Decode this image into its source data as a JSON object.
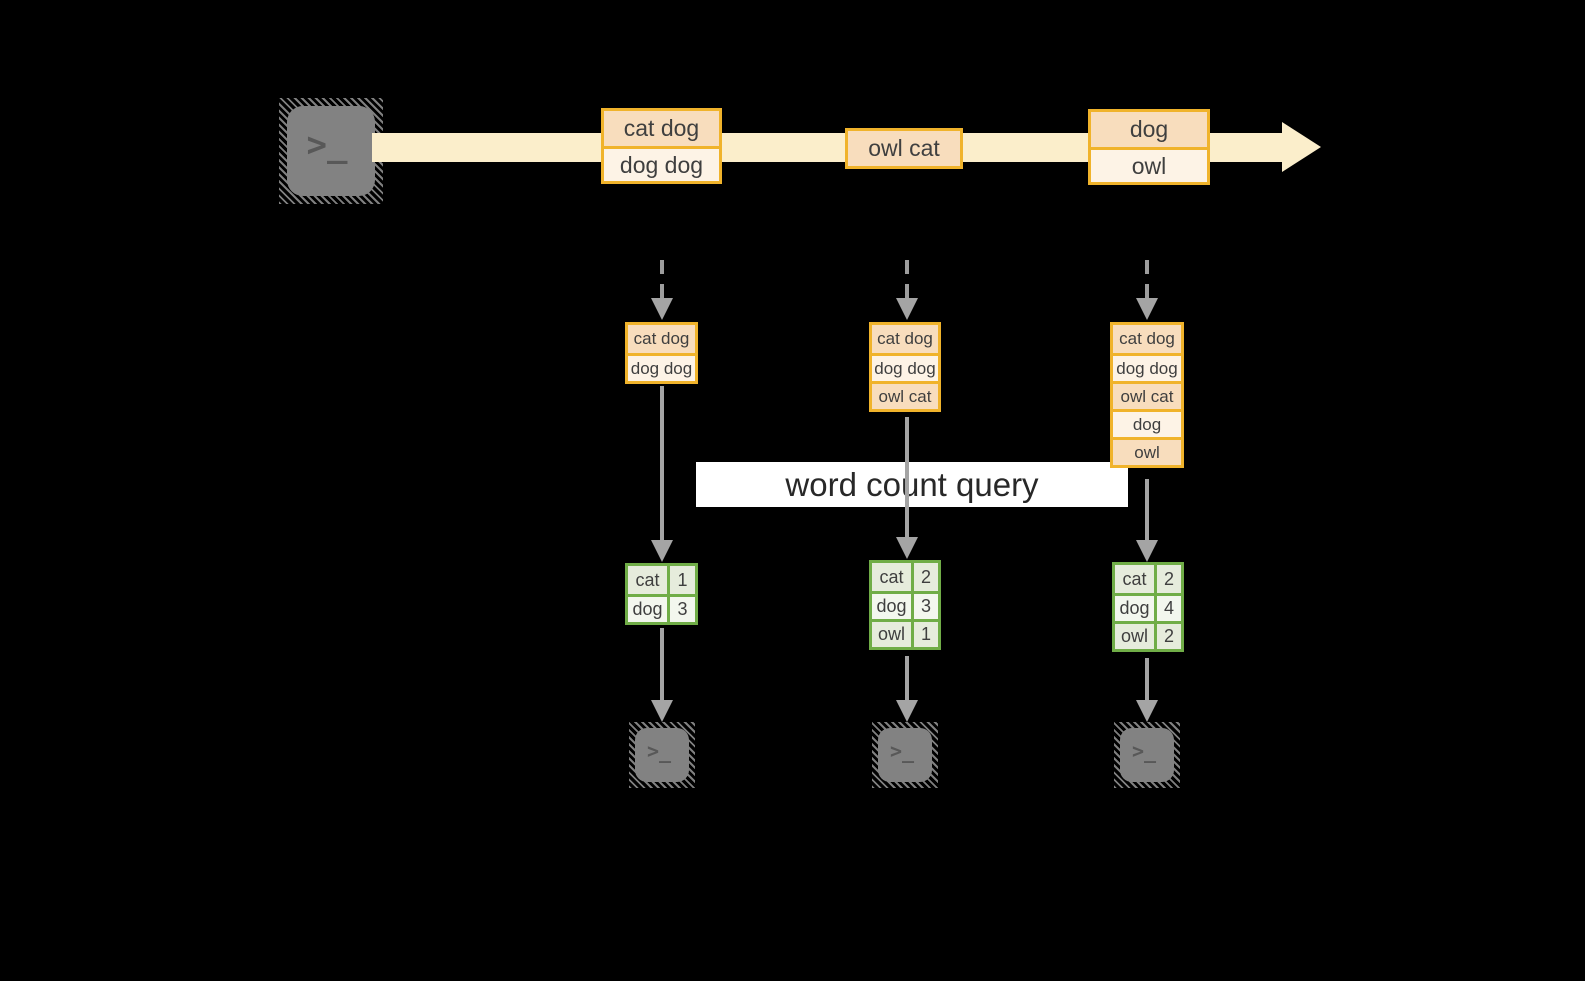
{
  "title_banner": "word count query",
  "terminal_glyph": ">_",
  "stream_events": [
    {
      "lines": [
        "cat dog",
        "dog dog"
      ]
    },
    {
      "lines": [
        "owl cat"
      ]
    },
    {
      "lines": [
        "dog",
        "owl"
      ]
    }
  ],
  "columns": [
    {
      "buffer": [
        "cat dog",
        "dog dog"
      ],
      "counts": [
        {
          "word": "cat",
          "count": "1"
        },
        {
          "word": "dog",
          "count": "3"
        }
      ]
    },
    {
      "buffer": [
        "cat dog",
        "dog dog",
        "owl cat"
      ],
      "counts": [
        {
          "word": "cat",
          "count": "2"
        },
        {
          "word": "dog",
          "count": "3"
        },
        {
          "word": "owl",
          "count": "1"
        }
      ]
    },
    {
      "buffer": [
        "cat dog",
        "dog dog",
        "owl cat",
        "dog",
        "owl"
      ],
      "counts": [
        {
          "word": "cat",
          "count": "2"
        },
        {
          "word": "dog",
          "count": "4"
        },
        {
          "word": "owl",
          "count": "2"
        }
      ]
    }
  ],
  "colors": {
    "stream_band": "#fbeecb",
    "event_box_border": "#f0b32b",
    "event_box_fill_dark": "#f8ddbd",
    "event_box_fill_light": "#fdf3e6",
    "count_table_border": "#70ad47",
    "count_table_fill_dark": "#e6ecdc",
    "count_table_fill_light": "#f3f7ee",
    "arrow_gray": "#a4a4a4",
    "terminal_gray": "#828282",
    "background": "#000000"
  }
}
